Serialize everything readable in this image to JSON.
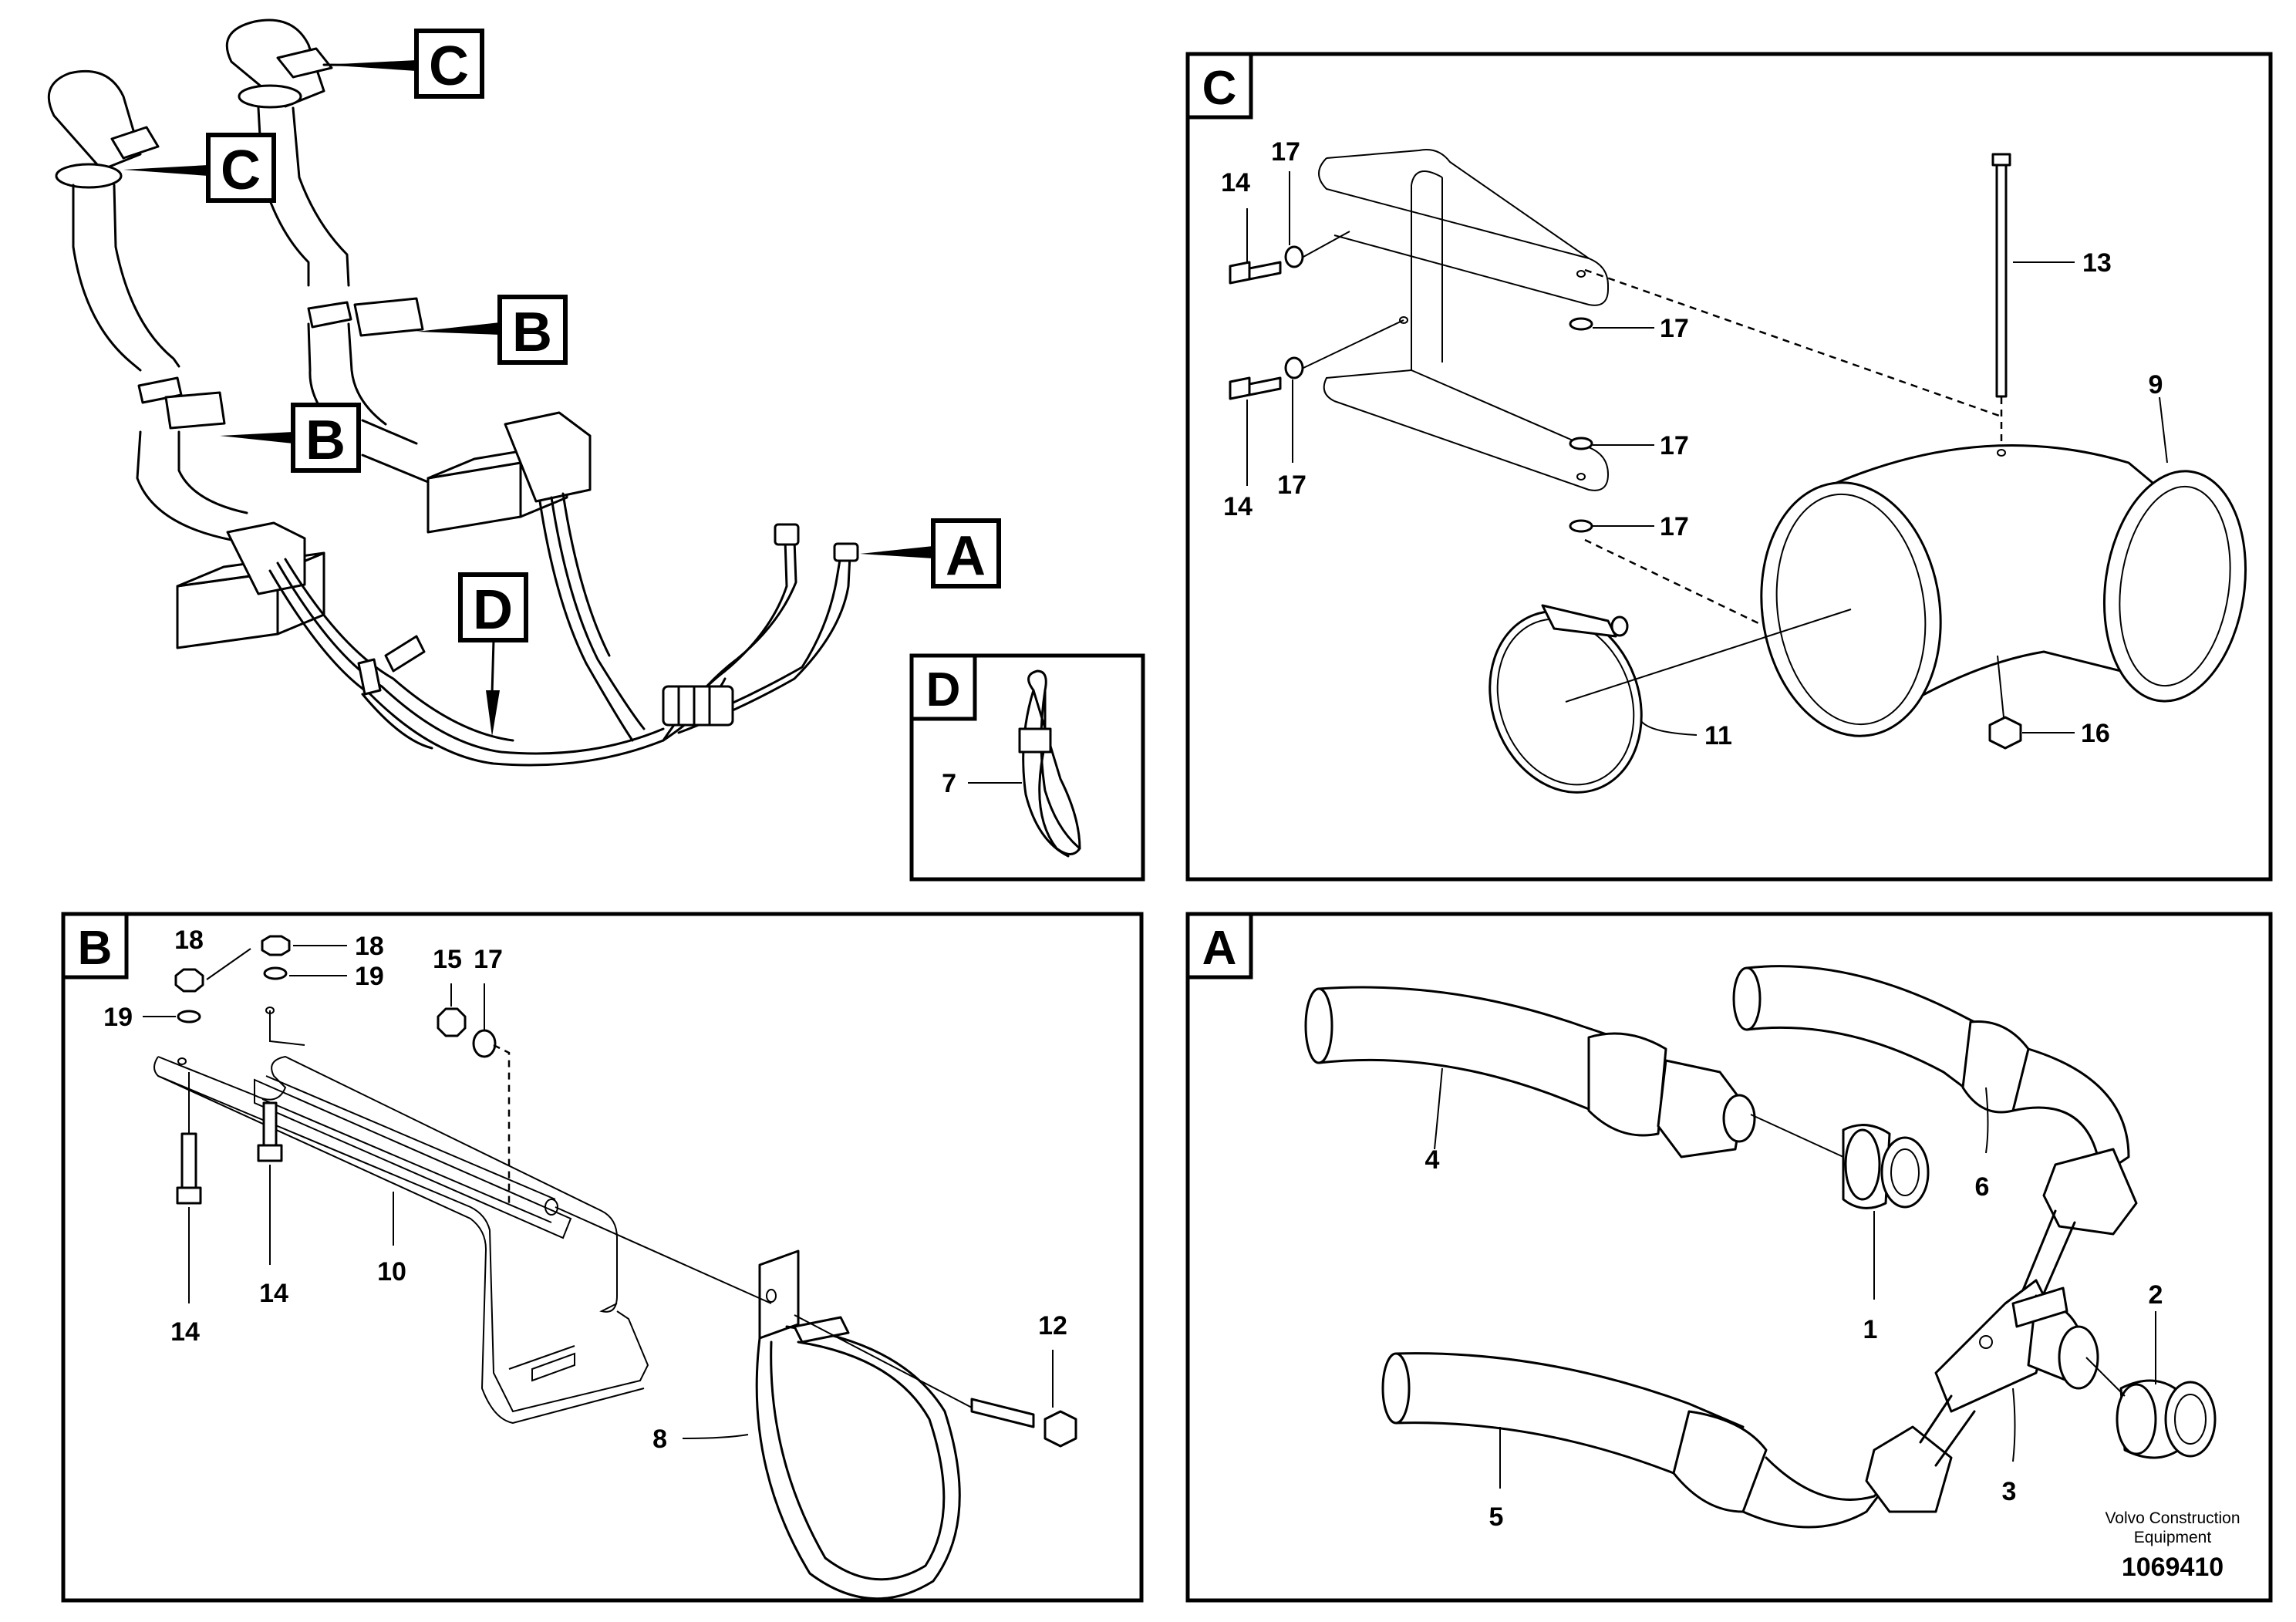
{
  "overview": {
    "callouts": {
      "c_top": "C",
      "c_left": "C",
      "b_top": "B",
      "b_left": "B",
      "a": "A",
      "d": "D"
    }
  },
  "panel_d": {
    "label": "D",
    "parts": {
      "p7": "7"
    }
  },
  "panel_c": {
    "label": "C",
    "parts": {
      "p14_top": "14",
      "p17_top": "17",
      "p13": "13",
      "p17_r1": "17",
      "p9": "9",
      "p17_r2": "17",
      "p17_r3": "17",
      "p14_bot": "14",
      "p17_bot": "17",
      "p11": "11",
      "p16": "16"
    }
  },
  "panel_b": {
    "label": "B",
    "parts": {
      "p18_a": "18",
      "p18_b": "18",
      "p19_b": "19",
      "p15": "15",
      "p17": "17",
      "p19_a": "19",
      "p14_a": "14",
      "p14_b": "14",
      "p10": "10",
      "p12": "12",
      "p8": "8"
    }
  },
  "panel_a": {
    "label": "A",
    "parts": {
      "p4": "4",
      "p6": "6",
      "p1": "1",
      "p2": "2",
      "p3": "3",
      "p5": "5"
    },
    "brand_line1": "Volvo Construction",
    "brand_line2": "Equipment",
    "doc_id": "1069410"
  }
}
